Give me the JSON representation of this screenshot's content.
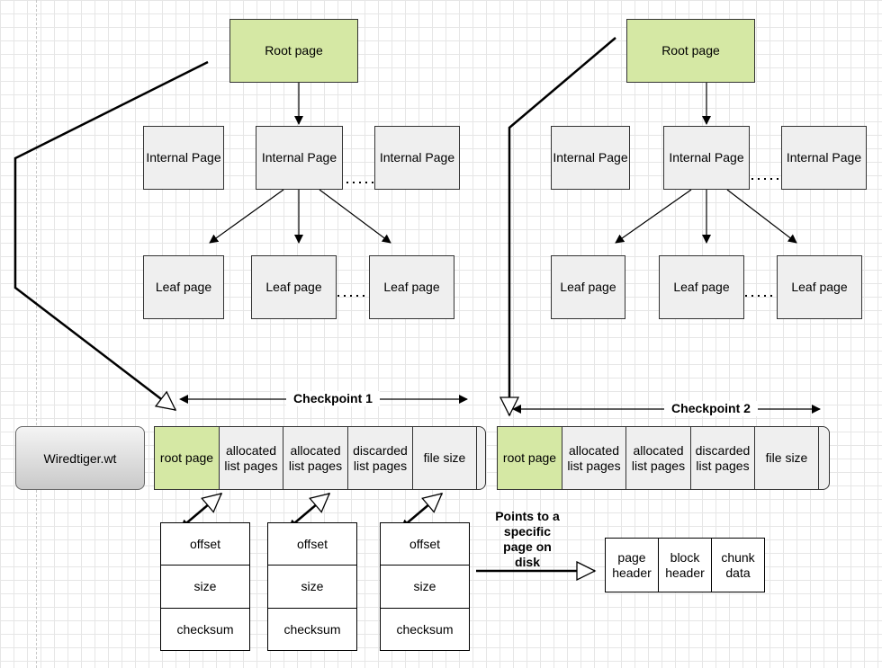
{
  "tree1": {
    "root": "Root page",
    "internal": [
      "Internal Page",
      "Internal Page",
      "Internal Page"
    ],
    "leaf": [
      "Leaf page",
      "Leaf page",
      "Leaf page"
    ]
  },
  "tree2": {
    "root": "Root page",
    "internal": [
      "Internal Page",
      "Internal Page",
      "Internal Page"
    ],
    "leaf": [
      "Leaf page",
      "Leaf page",
      "Leaf page"
    ]
  },
  "file_label": "Wiredtiger.wt",
  "checkpoint1": {
    "label": "Checkpoint 1",
    "fields": [
      "root page",
      "allocated list pages",
      "allocated list pages",
      "discarded list pages",
      "file size"
    ]
  },
  "checkpoint2": {
    "label": "Checkpoint 2",
    "fields": [
      "root page",
      "allocated list pages",
      "allocated list pages",
      "discarded list pages",
      "file size"
    ]
  },
  "address_entries": [
    [
      "offset",
      "size",
      "checksum"
    ],
    [
      "offset",
      "size",
      "checksum"
    ],
    [
      "offset",
      "size",
      "checksum"
    ]
  ],
  "points_to_label": "Points to a specific page on disk",
  "page_format": [
    "page header",
    "block header",
    "chunk data"
  ],
  "colors": {
    "root_fill": "#d5e8a4",
    "page_fill": "#efefef"
  }
}
